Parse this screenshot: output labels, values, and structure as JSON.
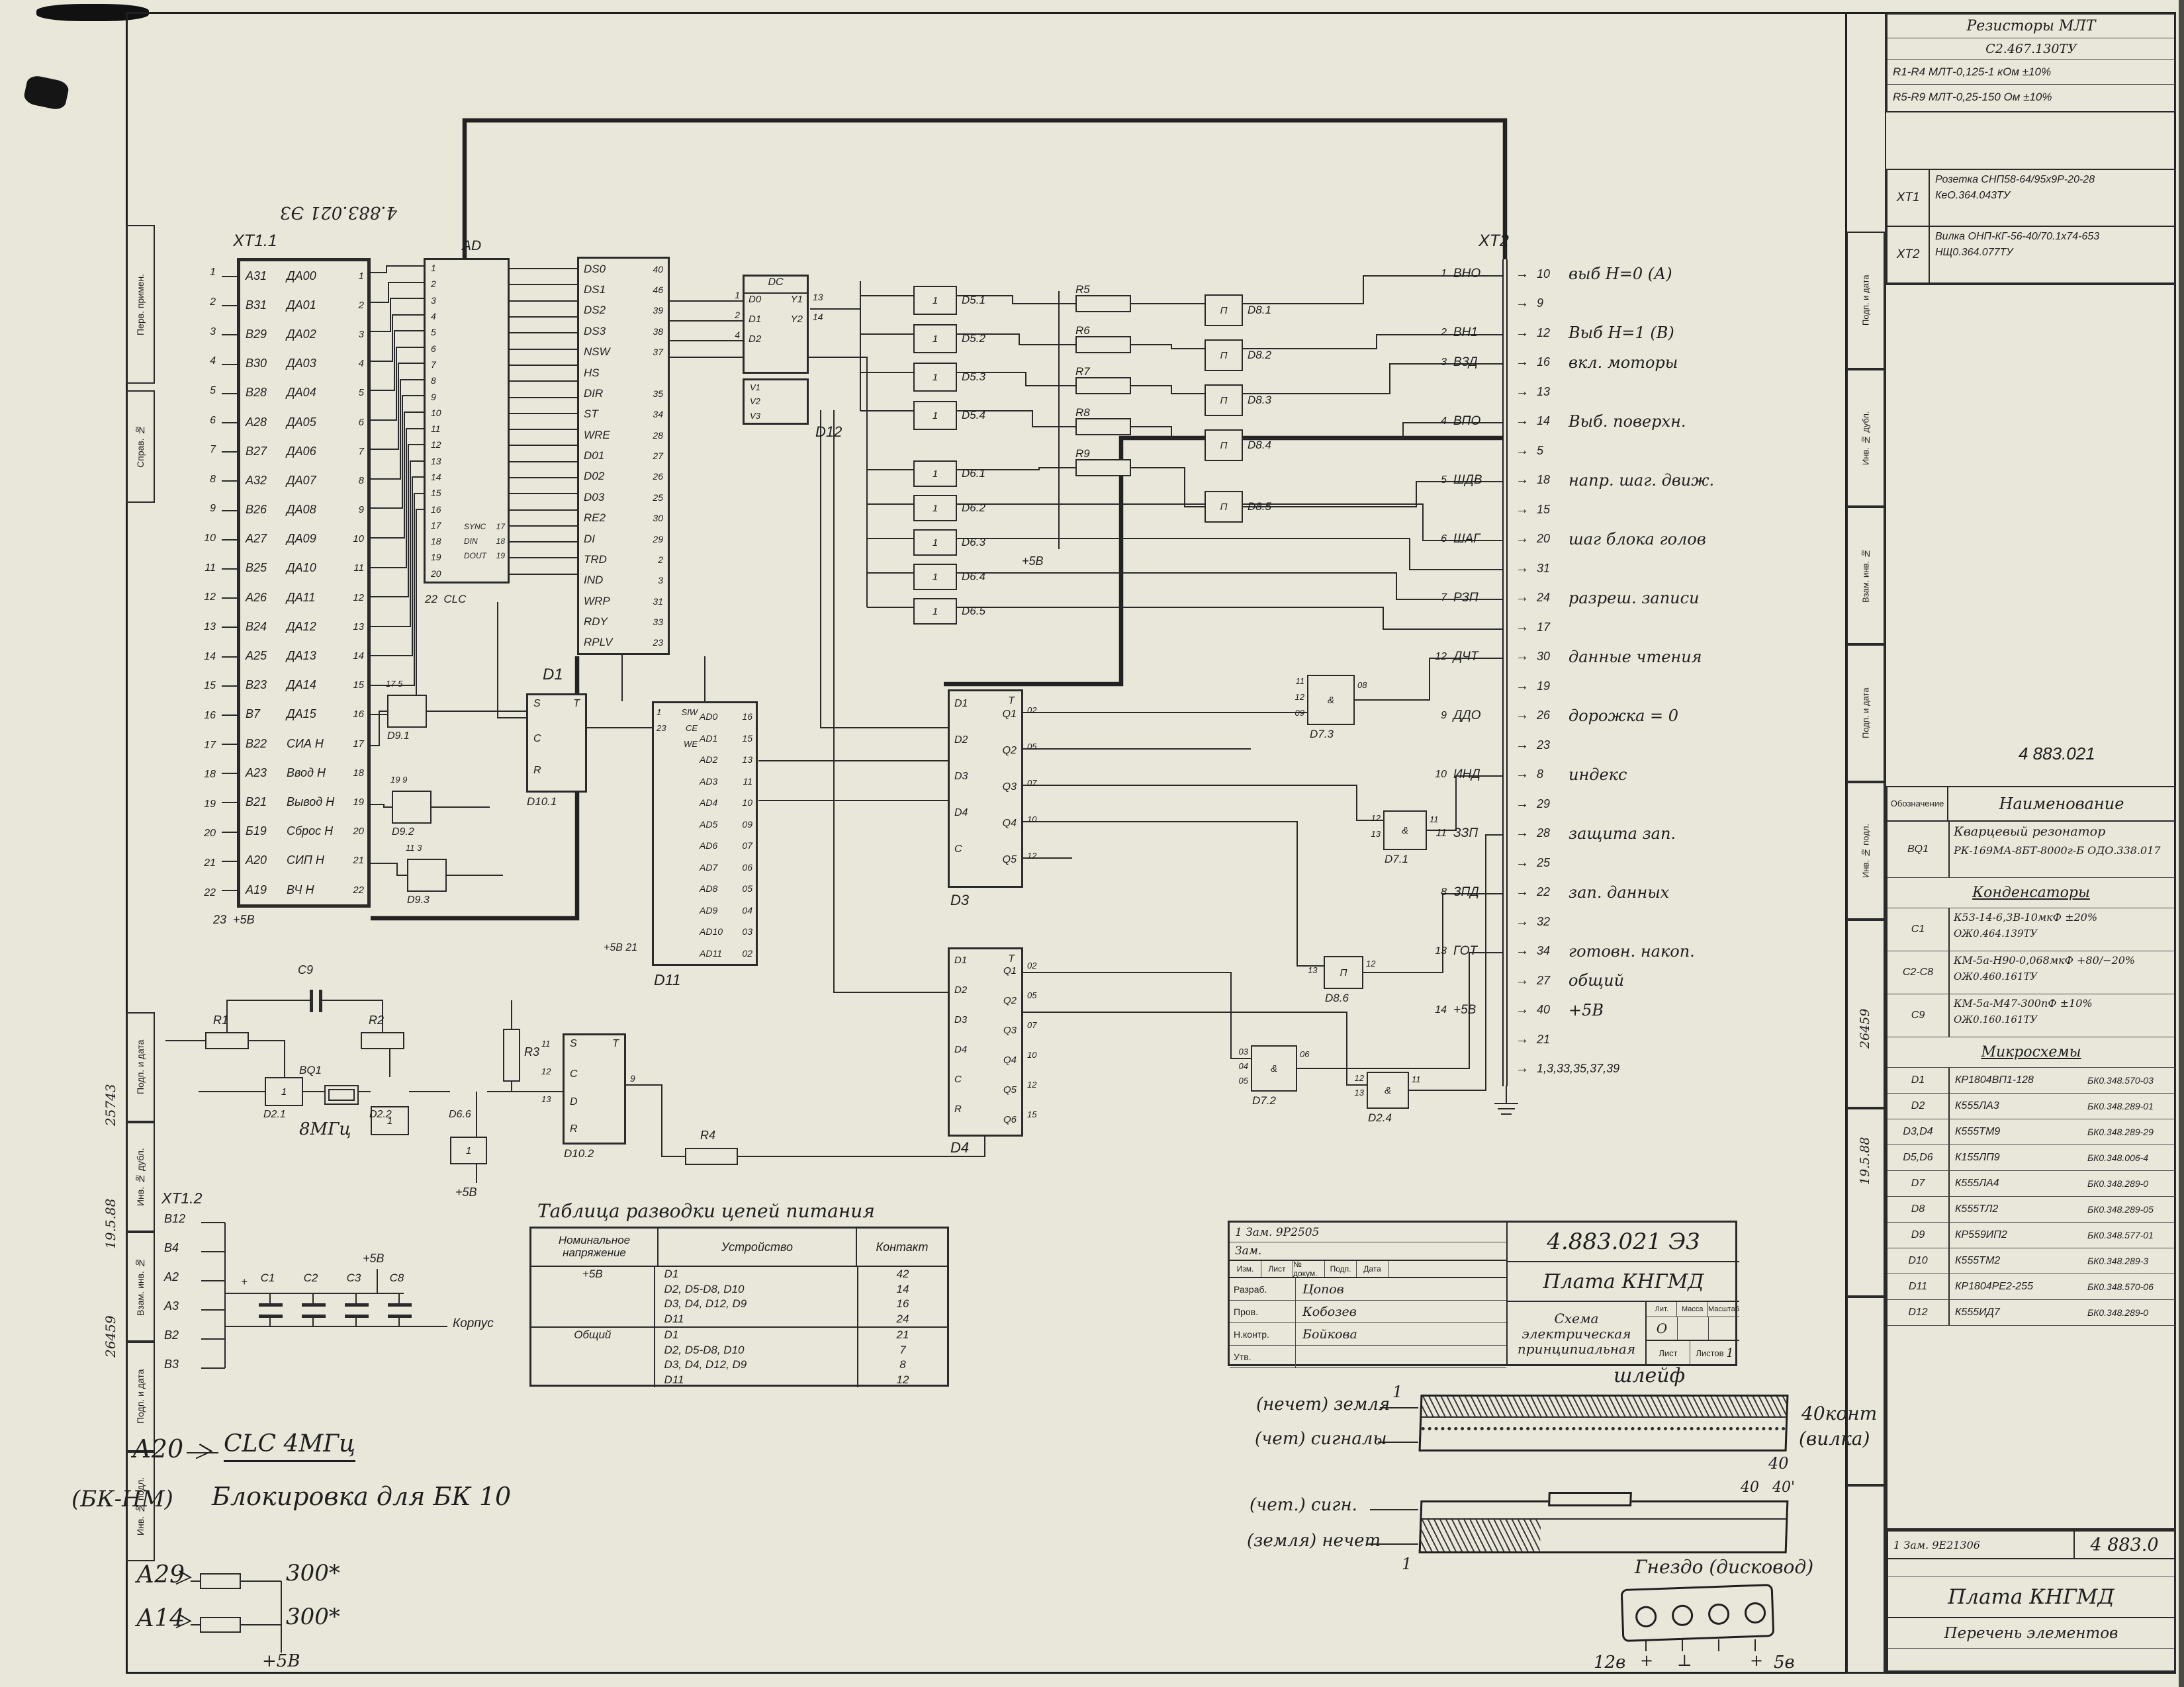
{
  "icons": {
    "arrow_right": "→",
    "pointer": "＞",
    "ground": "⊥"
  },
  "doc": {
    "number": "4.883.021 Э3",
    "number_flipped": "4.883.021 ЭЗ",
    "number_side": "4 883.021"
  },
  "margins": {
    "left_top": [
      "Перв. примен.",
      "Справ. №"
    ],
    "left_bottom": [
      "Подп. и дата",
      "Инв. № дубл.",
      "Взам. инв. №",
      "Подп. и дата",
      "Инв. № подл."
    ],
    "left_notes": [
      "25743",
      "19.5.88",
      "26459"
    ],
    "right_side": [
      "Подп. и дата",
      "Инв. № дубл.",
      "Взам. инв. №",
      "Подп. и дата",
      "Инв. № подл."
    ],
    "right_notes": [
      "26459",
      "19.5.88"
    ]
  },
  "resistor_notes": {
    "line1": "Резисторы МЛТ",
    "line2": "С2.467.130ТУ",
    "line3": "R1-R4  МЛТ-0,125-1 кОм ±10%",
    "line4": "R5-R9  МЛТ-0,25-150 Ом ±10%"
  },
  "connectors_table": [
    {
      "ref": "XT1",
      "name": "Розетка СНП58-64/95х9Р-20-28",
      "tu": "КеО.364.043ТУ"
    },
    {
      "ref": "XT2",
      "name": "Вилка ОНП-КГ-56-40/70.1х74-653",
      "tu": "НЩ0.364.077ТУ"
    }
  ],
  "parts": {
    "header_ref": "Обозначение",
    "header_name": "Наименование",
    "bq1_ref": "BQ1",
    "bq1_line1": "Кварцевый резонатор",
    "bq1_line2": "РК-169МА-8БТ-8000г-Б  ОДО.338.017",
    "caps_title": "Конденсаторы",
    "caps": [
      {
        "ref": "C1",
        "line1": "К53-14-6,3В-10мкФ ±20%",
        "line2": "ОЖ0.464.139ТУ"
      },
      {
        "ref": "C2-C8",
        "line1": "КМ-5а-Н90-0,068мкФ +80/−20%",
        "line2": "ОЖ0.460.161ТУ"
      },
      {
        "ref": "C9",
        "line1": "КМ-5а-М47-300пФ ±10%",
        "line2": "ОЖ0.160.161ТУ"
      }
    ],
    "ics_title": "Микросхемы",
    "ics": [
      {
        "ref": "D1",
        "name": "КР1804ВП1-128",
        "code": "БК0.348.570-03"
      },
      {
        "ref": "D2",
        "name": "К555ЛА3",
        "code": "БК0.348.289-01"
      },
      {
        "ref": "D3,D4",
        "name": "К555ТМ9",
        "code": "БК0.348.289-29"
      },
      {
        "ref": "D5,D6",
        "name": "К155ЛП9",
        "code": "БК0.348.006-4"
      },
      {
        "ref": "D7",
        "name": "К555ЛА4",
        "code": "БК0.348.289-0"
      },
      {
        "ref": "D8",
        "name": "К555ТЛ2",
        "code": "БК0.348.289-05"
      },
      {
        "ref": "D9",
        "name": "КР559ИП2",
        "code": "БК0.348.577-01"
      },
      {
        "ref": "D10",
        "name": "К555ТМ2",
        "code": "БК0.348.289-3"
      },
      {
        "ref": "D11",
        "name": "КР1804РЕ2-255",
        "code": "БК0.348.570-06"
      },
      {
        "ref": "D12",
        "name": "К555ИД7",
        "code": "БК0.348.289-0"
      }
    ]
  },
  "power_table": {
    "title": "Таблица разводки цепей питания",
    "h1": "Номинальное напряжение",
    "h2": "Устройство",
    "h3": "Контакт",
    "rows": [
      {
        "v": "+5В",
        "d": "D1",
        "k": "42"
      },
      {
        "v": "",
        "d": "D2, D5-D8,  D10",
        "k": "14"
      },
      {
        "v": "",
        "d": "D3, D4, D12, D9",
        "k": "16"
      },
      {
        "v": "",
        "d": "D11",
        "k": "24"
      },
      {
        "v": "Общий",
        "d": "D1",
        "k": "21"
      },
      {
        "v": "",
        "d": "D2, D5-D8,  D10",
        "k": "7"
      },
      {
        "v": "",
        "d": "D3, D4, D12, D9",
        "k": "8"
      },
      {
        "v": "",
        "d": "D11",
        "k": "12"
      }
    ]
  },
  "stamp": {
    "change_row": "1   Зам.   9Р2505",
    "change_row2": "Зам.",
    "header": [
      "Изм.",
      "Лист",
      "№ докум.",
      "Подп.",
      "Дата"
    ],
    "sign": [
      [
        "Разраб.",
        "Цопов"
      ],
      [
        "Пров.",
        "Кобозев"
      ],
      [
        "Н.контр.",
        "Бойкова"
      ],
      [
        "Утв.",
        ""
      ]
    ],
    "title": "Плата КНГМД",
    "subtitle": "Схема электрическая принципиальная",
    "lit_label": "Лит.",
    "lit": "О",
    "mass_label": "Масса",
    "scale_label": "Масштаб",
    "sheet_label": "Лист",
    "sheets_label": "Листов",
    "sheets": "1"
  },
  "stamp2": {
    "row1": "1   Зам.   9Е21306",
    "doc": "4 883.0",
    "title": "Плата КНГМД",
    "subtitle": "Перечень элементов"
  },
  "xt11": {
    "label": "XT1.1",
    "plus5_pin": "23",
    "plus5": "+5В",
    "rows": [
      {
        "pin": "1",
        "net": "А31",
        "sig": "ДА00"
      },
      {
        "pin": "2",
        "net": "В31",
        "sig": "ДА01"
      },
      {
        "pin": "3",
        "net": "В29",
        "sig": "ДА02"
      },
      {
        "pin": "4",
        "net": "В30",
        "sig": "ДА03"
      },
      {
        "pin": "5",
        "net": "В28",
        "sig": "ДА04"
      },
      {
        "pin": "6",
        "net": "А28",
        "sig": "ДА05"
      },
      {
        "pin": "7",
        "net": "В27",
        "sig": "ДА06"
      },
      {
        "pin": "8",
        "net": "А32",
        "sig": "ДА07"
      },
      {
        "pin": "9",
        "net": "В26",
        "sig": "ДА08"
      },
      {
        "pin": "10",
        "net": "А27",
        "sig": "ДА09"
      },
      {
        "pin": "11",
        "net": "В25",
        "sig": "ДА10"
      },
      {
        "pin": "12",
        "net": "А26",
        "sig": "ДА11"
      },
      {
        "pin": "13",
        "net": "В24",
        "sig": "ДА12"
      },
      {
        "pin": "14",
        "net": "А25",
        "sig": "ДА13"
      },
      {
        "pin": "15",
        "net": "В23",
        "sig": "ДА14"
      },
      {
        "pin": "16",
        "net": "В7",
        "sig": "ДА15"
      },
      {
        "pin": "17",
        "net": "В22",
        "sig": "СИА Н"
      },
      {
        "pin": "18",
        "net": "А23",
        "sig": "Ввод Н"
      },
      {
        "pin": "19",
        "net": "В21",
        "sig": "Вывод Н"
      },
      {
        "pin": "20",
        "net": "Б19",
        "sig": "Сброс Н"
      },
      {
        "pin": "21",
        "net": "А20",
        "sig": "СИП Н"
      },
      {
        "pin": "22",
        "net": "А19",
        "sig": "ВЧ Н"
      }
    ]
  },
  "buffer": {
    "top": "AD",
    "label": "D1",
    "clc_pin": "22",
    "clc": "CLC",
    "pins": [
      "1",
      "2",
      "3",
      "4",
      "5",
      "6",
      "7",
      "8",
      "9",
      "10",
      "11",
      "12",
      "13",
      "14",
      "15",
      "16",
      "17",
      "18",
      "19",
      "20"
    ],
    "right": [
      {
        "n": "SYNC",
        "p": "17"
      },
      {
        "n": "DIN",
        "p": "18"
      },
      {
        "n": "DOUT",
        "p": "19"
      }
    ]
  },
  "d1": {
    "pins": [
      {
        "n": "DS0",
        "p": "40"
      },
      {
        "n": "DS1",
        "p": "46"
      },
      {
        "n": "DS2",
        "p": "39"
      },
      {
        "n": "DS3",
        "p": "38"
      },
      {
        "n": "NSW",
        "p": "37"
      },
      {
        "n": "HS",
        "p": ""
      },
      {
        "n": "DIR",
        "p": "35"
      },
      {
        "n": "ST",
        "p": "34"
      },
      {
        "n": "WRE",
        "p": "28"
      },
      {
        "n": "D01",
        "p": "27"
      },
      {
        "n": "D02",
        "p": "26"
      },
      {
        "n": "D03",
        "p": "25"
      },
      {
        "n": "RE2",
        "p": "30"
      },
      {
        "n": "DI",
        "p": "29"
      },
      {
        "n": "TRD",
        "p": "2"
      },
      {
        "n": "IND",
        "p": "3"
      },
      {
        "n": "WRP",
        "p": "31"
      },
      {
        "n": "RDY",
        "p": "33"
      },
      {
        "n": "RPLV",
        "p": "23"
      }
    ]
  },
  "d11": {
    "label": "D11",
    "plus5": "+5В",
    "plus5_pin": "21",
    "left": [
      {
        "p": "1",
        "n": "SIW"
      },
      {
        "p": "23",
        "n": "CE"
      },
      {
        "p": "",
        "n": "WE"
      }
    ],
    "rows": [
      {
        "n": "AD0",
        "p": "16"
      },
      {
        "n": "AD1",
        "p": "15"
      },
      {
        "n": "AD2",
        "p": "13"
      },
      {
        "n": "AD3",
        "p": "11"
      },
      {
        "n": "AD4",
        "p": "10"
      },
      {
        "n": "AD5",
        "p": "09"
      },
      {
        "n": "AD6",
        "p": "07"
      },
      {
        "n": "AD7",
        "p": "06"
      },
      {
        "n": "AD8",
        "p": "05"
      },
      {
        "n": "AD9",
        "p": "04"
      },
      {
        "n": "AD10",
        "p": "03"
      },
      {
        "n": "AD11",
        "p": "02"
      }
    ]
  },
  "d12": {
    "label": "D12",
    "header": "DC",
    "left": [
      {
        "p": "1",
        "n": "D0"
      },
      {
        "p": "2",
        "n": "D1"
      },
      {
        "p": "4",
        "n": "D2"
      }
    ],
    "right": [
      {
        "n": "Y1",
        "p": "13"
      },
      {
        "n": "Y2",
        "p": "14"
      }
    ],
    "v": [
      "V1",
      "V2",
      "V3"
    ]
  },
  "d3": {
    "label": "D3",
    "t": "T",
    "left": [
      "D1",
      "D2",
      "D3",
      "D4",
      "C"
    ],
    "right": [
      {
        "n": "Q1",
        "p": "02"
      },
      {
        "n": "Q2",
        "p": "05"
      },
      {
        "n": "Q3",
        "p": "07"
      },
      {
        "n": "Q4",
        "p": "10"
      },
      {
        "n": "Q5",
        "p": "12"
      }
    ]
  },
  "d4": {
    "label": "D4",
    "t": "T",
    "left": [
      "D1",
      "D2",
      "D3",
      "D4",
      "C",
      "R"
    ],
    "right": [
      {
        "n": "Q1",
        "p": "02"
      },
      {
        "n": "Q2",
        "p": "05"
      },
      {
        "n": "Q3",
        "p": "07"
      },
      {
        "n": "Q4",
        "p": "10"
      },
      {
        "n": "Q5",
        "p": "12"
      },
      {
        "n": "Q6",
        "p": "15"
      }
    ]
  },
  "gates": {
    "plus5": "+5В",
    "d5": {
      "glyph": "1",
      "items": [
        "D5.1",
        "D5.2",
        "D5.3",
        "D5.4"
      ]
    },
    "d6": {
      "glyph": "1",
      "items": [
        "D6.1",
        "D6.2",
        "D6.3",
        "D6.4",
        "D6.5"
      ]
    },
    "d8col": {
      "glyph": "П",
      "items": [
        "D8.1",
        "D8.2",
        "D8.3",
        "D8.4"
      ],
      "item5": "D8.5"
    },
    "resistors": [
      "R5",
      "R6",
      "R7",
      "R8",
      "R9"
    ],
    "d73": {
      "label": "D7.3",
      "glyph": "&",
      "ins": [
        "11",
        "12",
        "09"
      ],
      "out": "08"
    },
    "d71": {
      "label": "D7.1",
      "glyph": "&",
      "ins": [
        "12",
        "13"
      ],
      "out": "11"
    },
    "d86": {
      "label": "D8.6",
      "glyph": "П",
      "ins": [
        "13"
      ],
      "out": "12"
    },
    "d72": {
      "label": "D7.2",
      "glyph": "&",
      "ins": [
        "03",
        "04",
        "05"
      ],
      "out": "06"
    },
    "d24": {
      "label": "D2.4",
      "glyph": "&",
      "ins": [
        "12",
        "13"
      ],
      "out": "11"
    },
    "d91": {
      "label": "D9.1",
      "ins": [
        "17",
        "5"
      ]
    },
    "d92": {
      "label": "D9.2",
      "ins": [
        "19",
        "9"
      ]
    },
    "d93": {
      "label": "D9.3",
      "ins": [
        "11",
        "3"
      ]
    },
    "d101": {
      "label": "D10.1",
      "t": "T",
      "rows": [
        "S",
        "C",
        "R"
      ]
    },
    "d102": {
      "label": "D10.2",
      "t": "T",
      "rows": [
        "S",
        "C",
        "D",
        "R"
      ],
      "out": "9",
      "ins": [
        "11",
        "12",
        "13"
      ]
    }
  },
  "osc": {
    "c9": "C9",
    "r1": "R1",
    "r2": "R2",
    "r3": "R3",
    "r4": "R4",
    "bq1": "BQ1",
    "freq": "8МГц",
    "plus5": "+5В"
  },
  "xt12": {
    "label": "ХТ1.2",
    "rows": [
      "В12",
      "В4",
      "А2",
      "А3",
      "В2",
      "В3"
    ],
    "caps": [
      "C1",
      "C2",
      "C3",
      "C8"
    ],
    "plus": "+",
    "plus5": "+5В",
    "gnd": "Корпус"
  },
  "xt2": {
    "label": "XT2",
    "rows": [
      {
        "pin": "1",
        "name": "ВНО",
        "contact": "10",
        "label": "выб Н=0 (А)"
      },
      {
        "pin": "",
        "name": "",
        "contact": "9",
        "label": ""
      },
      {
        "pin": "2",
        "name": "ВН1",
        "contact": "12",
        "label": "Выб Н=1 (В)"
      },
      {
        "pin": "3",
        "name": "ВЗД",
        "contact": "16",
        "label": "вкл. моторы"
      },
      {
        "pin": "",
        "name": "",
        "contact": "13",
        "label": ""
      },
      {
        "pin": "4",
        "name": "ВПО",
        "contact": "14",
        "label": "Выб. поверхн."
      },
      {
        "pin": "",
        "name": "",
        "contact": "5",
        "label": ""
      },
      {
        "pin": "5",
        "name": "ШДВ",
        "contact": "18",
        "label": "напр. шаг. движ."
      },
      {
        "pin": "",
        "name": "",
        "contact": "15",
        "label": ""
      },
      {
        "pin": "6",
        "name": "ШАГ",
        "contact": "20",
        "label": "шаг блока голов"
      },
      {
        "pin": "",
        "name": "",
        "contact": "31",
        "label": ""
      },
      {
        "pin": "7",
        "name": "РЗП",
        "contact": "24",
        "label": "разреш. записи"
      },
      {
        "pin": "",
        "name": "",
        "contact": "17",
        "label": ""
      },
      {
        "pin": "12",
        "name": "ДЧТ",
        "contact": "30",
        "label": "данные чтения"
      },
      {
        "pin": "",
        "name": "",
        "contact": "19",
        "label": ""
      },
      {
        "pin": "9",
        "name": "ДДО",
        "contact": "26",
        "label": "дорожка = 0"
      },
      {
        "pin": "",
        "name": "",
        "contact": "23",
        "label": ""
      },
      {
        "pin": "10",
        "name": "ИНД",
        "contact": "8",
        "label": "индекс"
      },
      {
        "pin": "",
        "name": "",
        "contact": "29",
        "label": ""
      },
      {
        "pin": "11",
        "name": "ЗЗП",
        "contact": "28",
        "label": "защита зап."
      },
      {
        "pin": "",
        "name": "",
        "contact": "25",
        "label": ""
      },
      {
        "pin": "8",
        "name": "ЗПД",
        "contact": "22",
        "label": "зап. данных"
      },
      {
        "pin": "",
        "name": "",
        "contact": "32",
        "label": ""
      },
      {
        "pin": "13",
        "name": "ГОТ",
        "contact": "34",
        "label": "готовн. накоп."
      },
      {
        "pin": "",
        "name": "",
        "contact": "27",
        "label": "общий"
      },
      {
        "pin": "14",
        "name": "+5В",
        "contact": "40",
        "label": "+5В"
      },
      {
        "pin": "",
        "name": "",
        "contact": "21",
        "label": ""
      },
      {
        "pin": "",
        "name": "",
        "contact": "1,3,33,35,37,39",
        "label": ""
      }
    ]
  },
  "notes": {
    "a20": "А20",
    "clc": "CLC 4МГц",
    "bk": "(БК-НМ)",
    "blok": "Блокировка для БК 10",
    "a29": "А29",
    "r300a": "300*",
    "a14": "А14",
    "r300b": "300*",
    "plus5": "+5В"
  },
  "cable": {
    "title": "шлейф",
    "left1": "(нечет) земля",
    "left2": "(чет) сигналы",
    "right1": "40конт",
    "right2": "(вилка)",
    "n1a": "1",
    "n40a": "40",
    "left3": "(чет.) сигн.",
    "left4": "(земля) нечет",
    "n40b": "40",
    "n40c": "40'",
    "n1b": "1",
    "socket": "Гнездо (дисковод)"
  },
  "power_conn": {
    "v12": "12в",
    "v5": "5в",
    "plus_left": "+",
    "plus_right": "+"
  }
}
